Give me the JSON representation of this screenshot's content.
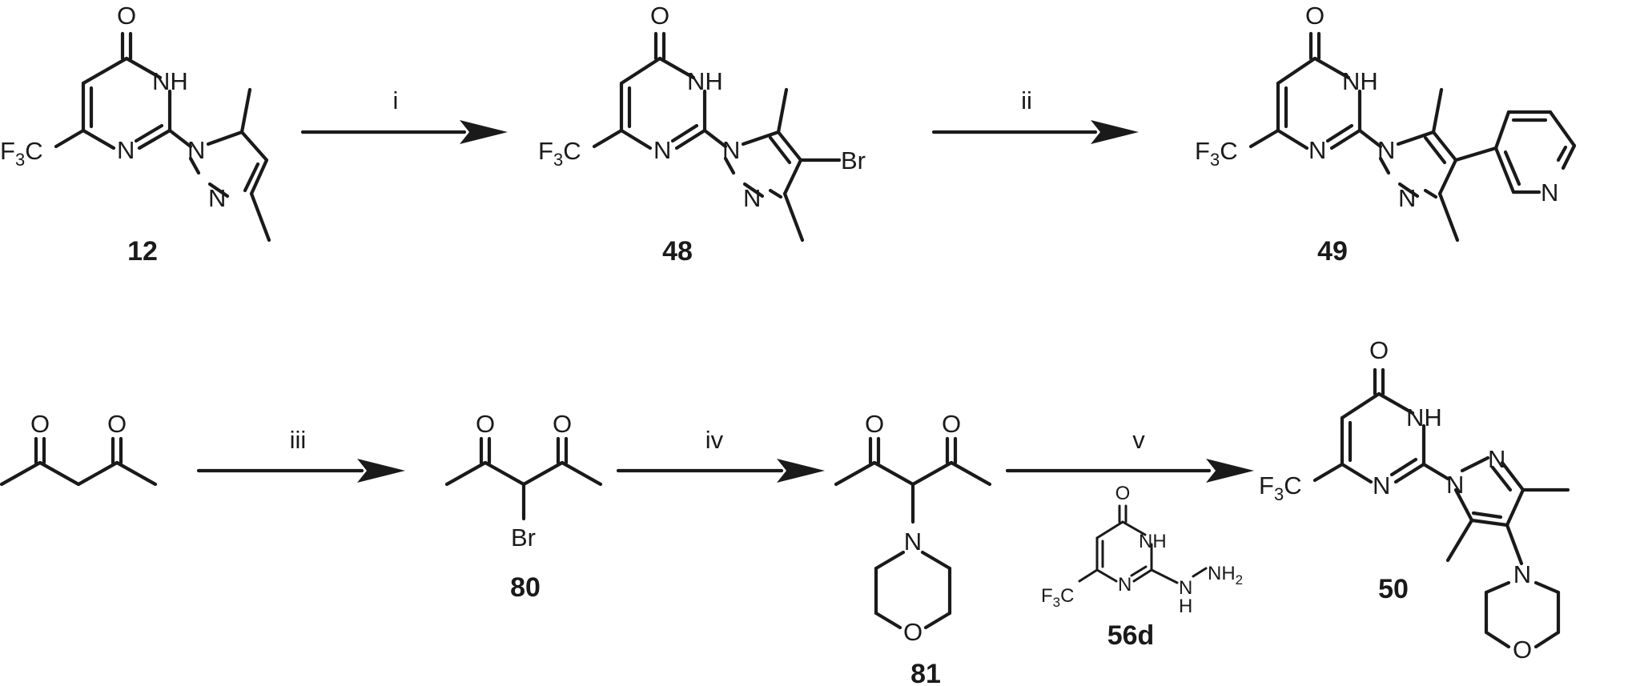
{
  "compounds": {
    "c12": "12",
    "c48": "48",
    "c49": "49",
    "c80": "80",
    "c81": "81",
    "c56d": "56d",
    "c50": "50"
  },
  "steps": {
    "i": "i",
    "ii": "ii",
    "iii": "iii",
    "iv": "iv",
    "v": "v"
  },
  "atoms": {
    "O": "O",
    "NH": "NH",
    "N": "N",
    "F3C_F": "F",
    "F3C_sub": "3",
    "F3C_C": "C",
    "Br": "Br",
    "H": "H",
    "NH2_N": "NH",
    "NH2_sub": "2"
  }
}
